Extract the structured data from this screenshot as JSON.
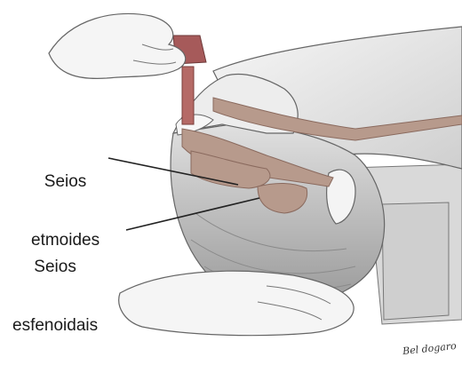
{
  "figure": {
    "labels": {
      "ethmoid": [
        "Seios",
        "etmoides"
      ],
      "sphenoid": [
        "Seios",
        "esfenoidais"
      ]
    },
    "signature": "Bel dogaro"
  },
  "colors": {
    "sinus_fill": "#b79a8c",
    "drops": "#b56a66",
    "bottle_cap": "#a65a5a",
    "skin_light": "#f2f2f2",
    "skin_shadow": "#bdbdbd",
    "outline": "#555555"
  }
}
